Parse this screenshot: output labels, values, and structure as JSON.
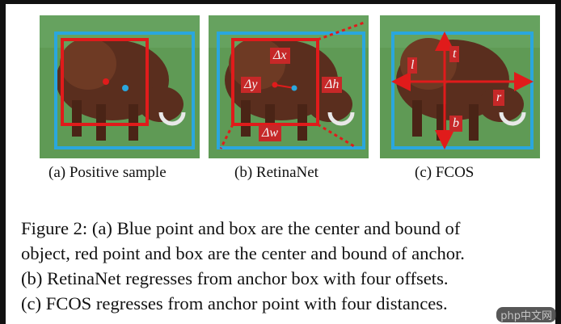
{
  "subfigures": [
    {
      "label": "(a)  Positive sample"
    },
    {
      "label": "(b)  RetinaNet",
      "offsets": [
        "Δx",
        "Δy",
        "Δh",
        "Δw"
      ]
    },
    {
      "label": "(c)  FCOS",
      "distances": [
        "l",
        "t",
        "r",
        "b"
      ]
    }
  ],
  "caption": {
    "lines": [
      "Figure 2: (a) Blue point and box are the center and bound of",
      "object, red point and box are the center and bound of anchor.",
      "(b) RetinaNet regresses from anchor box with four offsets.",
      "(c) FCOS regresses from anchor point with four distances."
    ]
  },
  "watermark": "php中文网",
  "colors": {
    "object": "#2aa7de",
    "anchor": "#e01b1b",
    "grass": "#5f9a55",
    "cow": "#5a2e1e"
  }
}
